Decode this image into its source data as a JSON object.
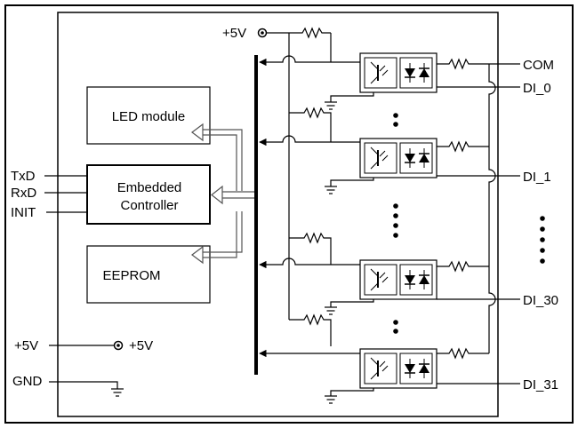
{
  "diagram": {
    "power": {
      "top_label": "+5V",
      "left_label": "+5V",
      "right_label": "+5V",
      "gnd_label": "GND"
    },
    "signals": {
      "txd": "TxD",
      "rxd": "RxD",
      "init": "INIT"
    },
    "blocks": {
      "led_module": "LED module",
      "embedded_line1": "Embedded",
      "embedded_line2": "Controller",
      "eeprom": "EEPROM"
    },
    "outputs": {
      "com": "COM",
      "di0": "DI_0",
      "di1": "DI_1",
      "di30": "DI_30",
      "di31": "DI_31"
    }
  }
}
